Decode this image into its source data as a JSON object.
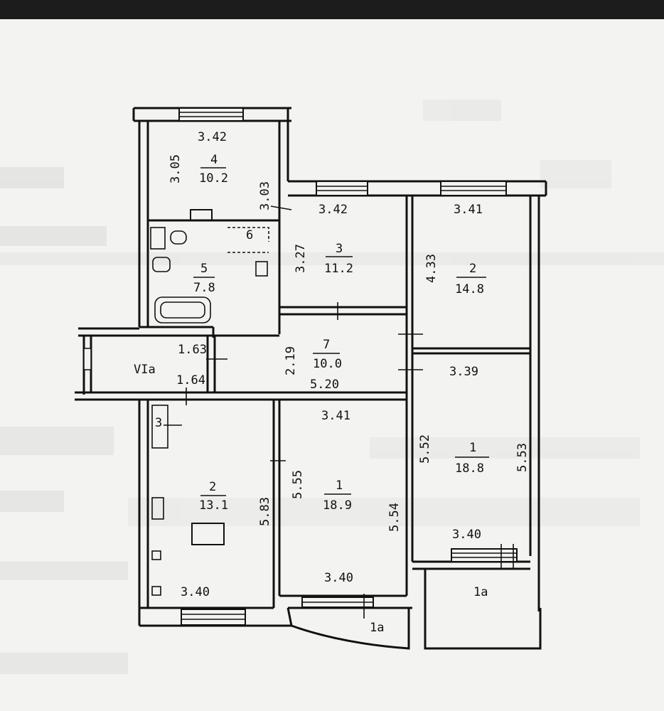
{
  "rooms": [
    {
      "id": "r4",
      "number": "4",
      "area": "10.2",
      "width": "3.42",
      "height": "3.05",
      "height2": "3.03"
    },
    {
      "id": "r5",
      "number": "5",
      "area": "7.8",
      "extra": "6"
    },
    {
      "id": "r3t",
      "number": "3",
      "area": "11.2",
      "width": "3.42",
      "height": "3.27"
    },
    {
      "id": "r2t",
      "number": "2",
      "area": "14.8",
      "width": "3.41",
      "height": "4.33"
    },
    {
      "id": "r7",
      "number": "7",
      "area": "10.0",
      "width": "5.20",
      "height": "2.19"
    },
    {
      "id": "rVIa",
      "label": "VIa",
      "dim_top": "1.63",
      "dim_bottom": "1.64"
    },
    {
      "id": "r1r",
      "number": "1",
      "area": "18.8",
      "width_top": "3.39",
      "width_bottom": "3.40",
      "height_left": "5.52",
      "height_right": "5.53"
    },
    {
      "id": "r3s",
      "number": "3"
    },
    {
      "id": "r2b",
      "number": "2",
      "area": "13.1",
      "width": "3.40",
      "height": "5.83"
    },
    {
      "id": "r1m",
      "number": "1",
      "area": "18.9",
      "width_top": "3.41",
      "width_bottom": "3.40",
      "height_left": "5.55",
      "height_right": "5.54"
    }
  ],
  "balconies": [
    {
      "id": "b1",
      "label": "1a"
    },
    {
      "id": "b2",
      "label": "1a"
    }
  ]
}
